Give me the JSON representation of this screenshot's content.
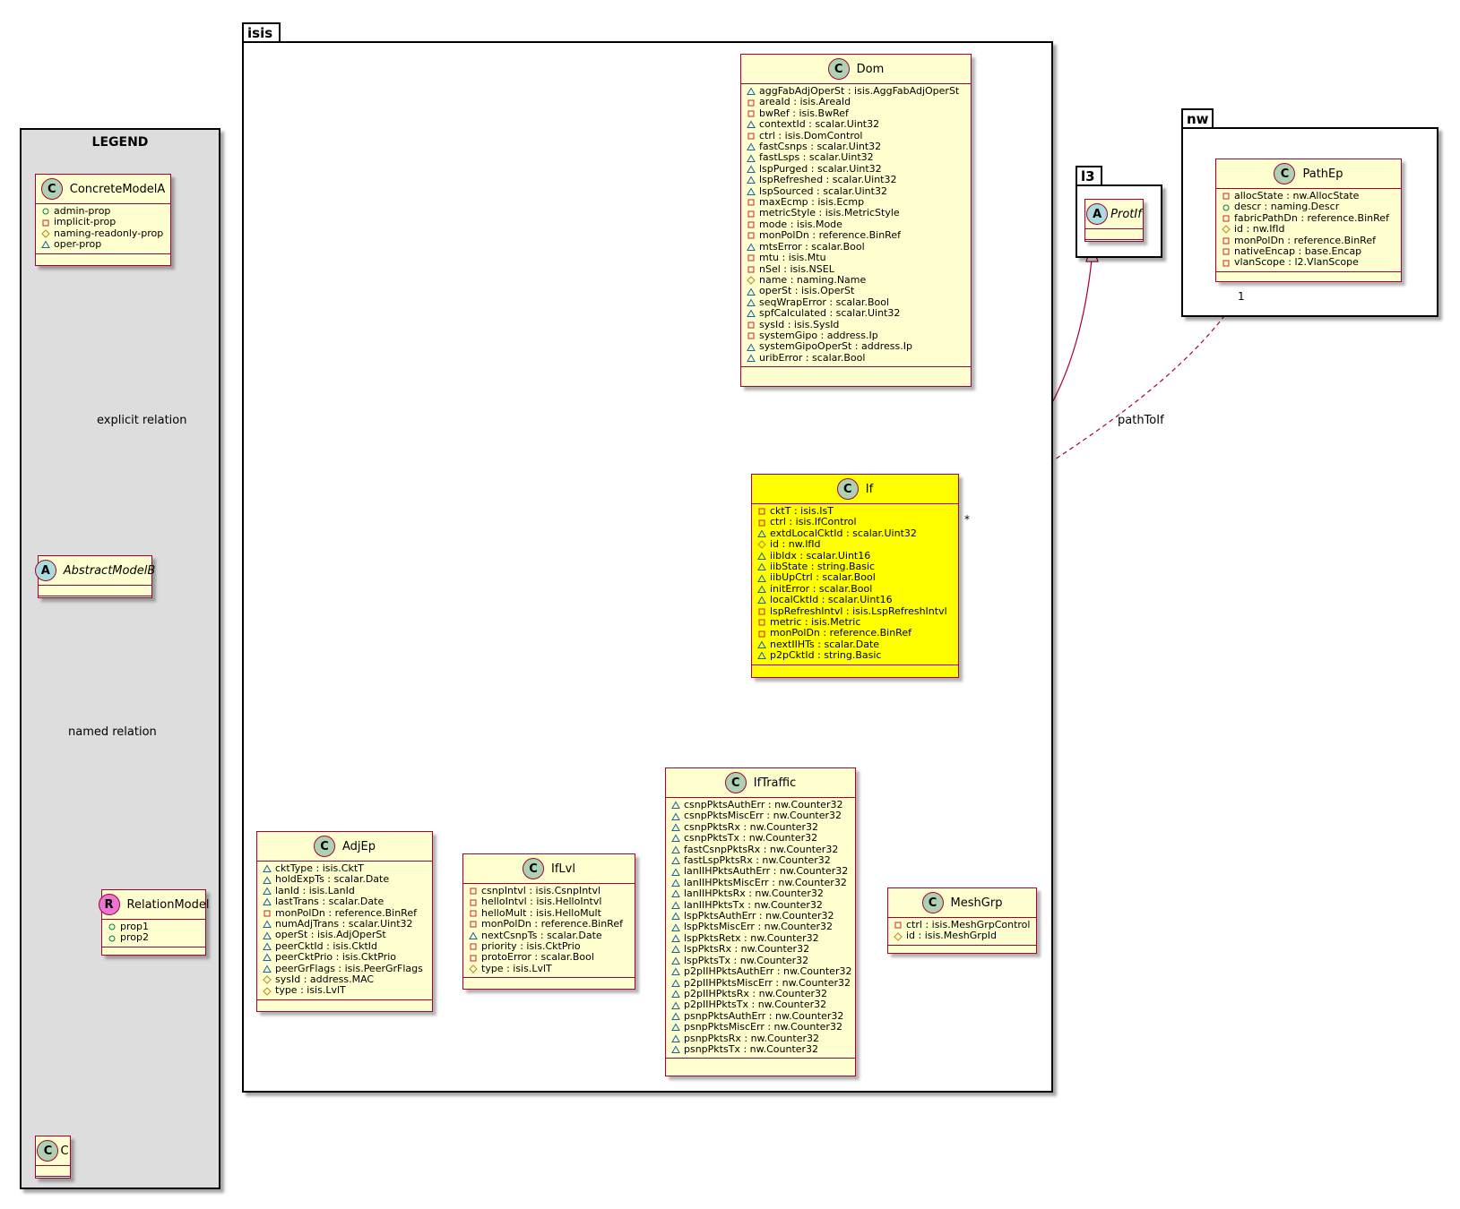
{
  "legend": {
    "title": "LEGEND",
    "concrete_model": {
      "name": "ConcreteModelA",
      "attributes": [
        {
          "vis": "public",
          "text": "admin-prop"
        },
        {
          "vis": "private",
          "text": "implicit-prop"
        },
        {
          "vis": "protected",
          "text": "naming-readonly-prop"
        },
        {
          "vis": "package",
          "text": "oper-prop"
        }
      ]
    },
    "abstract_model": {
      "name": "AbstractModelB"
    },
    "relation_model": {
      "name": "RelationModel",
      "attributes": [
        {
          "vis": "public",
          "text": "prop1"
        },
        {
          "vis": "public",
          "text": "prop2"
        }
      ]
    },
    "c_model": {
      "name": "C"
    },
    "explicit_relation_label": "explicit relation",
    "named_relation_label": "named relation"
  },
  "packages": {
    "isis": "isis",
    "l3": "l3",
    "nw": "nw"
  },
  "classes": {
    "dom": {
      "name": "Dom",
      "attributes": [
        {
          "vis": "package",
          "text": "aggFabAdjOperSt : isis.AggFabAdjOperSt"
        },
        {
          "vis": "private",
          "text": "areaId : isis.AreaId"
        },
        {
          "vis": "private",
          "text": "bwRef : isis.BwRef"
        },
        {
          "vis": "package",
          "text": "contextId : scalar.Uint32"
        },
        {
          "vis": "private",
          "text": "ctrl : isis.DomControl"
        },
        {
          "vis": "package",
          "text": "fastCsnps : scalar.Uint32"
        },
        {
          "vis": "package",
          "text": "fastLsps : scalar.Uint32"
        },
        {
          "vis": "package",
          "text": "lspPurged : scalar.Uint32"
        },
        {
          "vis": "package",
          "text": "lspRefreshed : scalar.Uint32"
        },
        {
          "vis": "package",
          "text": "lspSourced : scalar.Uint32"
        },
        {
          "vis": "private",
          "text": "maxEcmp : isis.Ecmp"
        },
        {
          "vis": "private",
          "text": "metricStyle : isis.MetricStyle"
        },
        {
          "vis": "private",
          "text": "mode : isis.Mode"
        },
        {
          "vis": "private",
          "text": "monPolDn : reference.BinRef"
        },
        {
          "vis": "package",
          "text": "mtsError : scalar.Bool"
        },
        {
          "vis": "private",
          "text": "mtu : isis.Mtu"
        },
        {
          "vis": "private",
          "text": "nSel : isis.NSEL"
        },
        {
          "vis": "protected",
          "text": "name : naming.Name"
        },
        {
          "vis": "package",
          "text": "operSt : isis.OperSt"
        },
        {
          "vis": "package",
          "text": "seqWrapError : scalar.Bool"
        },
        {
          "vis": "package",
          "text": "spfCalculated : scalar.Uint32"
        },
        {
          "vis": "private",
          "text": "sysId : isis.SysId"
        },
        {
          "vis": "private",
          "text": "systemGipo : address.Ip"
        },
        {
          "vis": "package",
          "text": "systemGipoOperSt : address.Ip"
        },
        {
          "vis": "package",
          "text": "uribError : scalar.Bool"
        }
      ]
    },
    "protif": {
      "name": "ProtIf"
    },
    "pathep": {
      "name": "PathEp",
      "attributes": [
        {
          "vis": "private",
          "text": "allocState : nw.AllocState"
        },
        {
          "vis": "public",
          "text": "descr : naming.Descr"
        },
        {
          "vis": "private",
          "text": "fabricPathDn : reference.BinRef"
        },
        {
          "vis": "protected",
          "text": "id : nw.IfId"
        },
        {
          "vis": "private",
          "text": "monPolDn : reference.BinRef"
        },
        {
          "vis": "private",
          "text": "nativeEncap : base.Encap"
        },
        {
          "vis": "private",
          "text": "vlanScope : l2.VlanScope"
        }
      ]
    },
    "if": {
      "name": "If",
      "attributes": [
        {
          "vis": "private",
          "text": "cktT : isis.IsT"
        },
        {
          "vis": "private",
          "text": "ctrl : isis.IfControl"
        },
        {
          "vis": "package",
          "text": "extdLocalCktId : scalar.Uint32"
        },
        {
          "vis": "protected",
          "text": "id : nw.IfId"
        },
        {
          "vis": "package",
          "text": "iibIdx : scalar.Uint16"
        },
        {
          "vis": "package",
          "text": "iibState : string.Basic"
        },
        {
          "vis": "package",
          "text": "iibUpCtrl : scalar.Bool"
        },
        {
          "vis": "package",
          "text": "initError : scalar.Bool"
        },
        {
          "vis": "package",
          "text": "localCktId : scalar.Uint16"
        },
        {
          "vis": "private",
          "text": "lspRefreshIntvl : isis.LspRefreshIntvl"
        },
        {
          "vis": "private",
          "text": "metric : isis.Metric"
        },
        {
          "vis": "private",
          "text": "monPolDn : reference.BinRef"
        },
        {
          "vis": "package",
          "text": "nextIIHTs : scalar.Date"
        },
        {
          "vis": "package",
          "text": "p2pCktId : string.Basic"
        }
      ]
    },
    "adjep": {
      "name": "AdjEp",
      "attributes": [
        {
          "vis": "package",
          "text": "cktType : isis.CktT"
        },
        {
          "vis": "package",
          "text": "holdExpTs : scalar.Date"
        },
        {
          "vis": "package",
          "text": "lanId : isis.LanId"
        },
        {
          "vis": "package",
          "text": "lastTrans : scalar.Date"
        },
        {
          "vis": "private",
          "text": "monPolDn : reference.BinRef"
        },
        {
          "vis": "package",
          "text": "numAdjTrans : scalar.Uint32"
        },
        {
          "vis": "package",
          "text": "operSt : isis.AdjOperSt"
        },
        {
          "vis": "package",
          "text": "peerCktId : isis.CktId"
        },
        {
          "vis": "package",
          "text": "peerCktPrio : isis.CktPrio"
        },
        {
          "vis": "package",
          "text": "peerGrFlags : isis.PeerGrFlags"
        },
        {
          "vis": "protected",
          "text": "sysId : address.MAC"
        },
        {
          "vis": "protected",
          "text": "type : isis.LvlT"
        }
      ]
    },
    "iflvl": {
      "name": "IfLvl",
      "attributes": [
        {
          "vis": "private",
          "text": "csnpIntvl : isis.CsnpIntvl"
        },
        {
          "vis": "private",
          "text": "helloIntvl : isis.HelloIntvl"
        },
        {
          "vis": "private",
          "text": "helloMult : isis.HelloMult"
        },
        {
          "vis": "private",
          "text": "monPolDn : reference.BinRef"
        },
        {
          "vis": "package",
          "text": "nextCsnpTs : scalar.Date"
        },
        {
          "vis": "private",
          "text": "priority : isis.CktPrio"
        },
        {
          "vis": "private",
          "text": "protoError : scalar.Bool"
        },
        {
          "vis": "protected",
          "text": "type : isis.LvlT"
        }
      ]
    },
    "iftraffic": {
      "name": "IfTraffic",
      "attributes": [
        {
          "vis": "package",
          "text": "csnpPktsAuthErr : nw.Counter32"
        },
        {
          "vis": "package",
          "text": "csnpPktsMiscErr : nw.Counter32"
        },
        {
          "vis": "package",
          "text": "csnpPktsRx : nw.Counter32"
        },
        {
          "vis": "package",
          "text": "csnpPktsTx : nw.Counter32"
        },
        {
          "vis": "package",
          "text": "fastCsnpPktsRx : nw.Counter32"
        },
        {
          "vis": "package",
          "text": "fastLspPktsRx : nw.Counter32"
        },
        {
          "vis": "package",
          "text": "lanIIHPktsAuthErr : nw.Counter32"
        },
        {
          "vis": "package",
          "text": "lanIIHPktsMiscErr : nw.Counter32"
        },
        {
          "vis": "package",
          "text": "lanIIHPktsRx : nw.Counter32"
        },
        {
          "vis": "package",
          "text": "lanIIHPktsTx : nw.Counter32"
        },
        {
          "vis": "package",
          "text": "lspPktsAuthErr : nw.Counter32"
        },
        {
          "vis": "package",
          "text": "lspPktsMiscErr : nw.Counter32"
        },
        {
          "vis": "package",
          "text": "lspPktsRetx : nw.Counter32"
        },
        {
          "vis": "package",
          "text": "lspPktsRx : nw.Counter32"
        },
        {
          "vis": "package",
          "text": "lspPktsTx : nw.Counter32"
        },
        {
          "vis": "package",
          "text": "p2pIIHPktsAuthErr : nw.Counter32"
        },
        {
          "vis": "package",
          "text": "p2pIIHPktsMiscErr : nw.Counter32"
        },
        {
          "vis": "package",
          "text": "p2pIIHPktsRx : nw.Counter32"
        },
        {
          "vis": "package",
          "text": "p2pIIHPktsTx : nw.Counter32"
        },
        {
          "vis": "package",
          "text": "psnpPktsAuthErr : nw.Counter32"
        },
        {
          "vis": "package",
          "text": "psnpPktsMiscErr : nw.Counter32"
        },
        {
          "vis": "package",
          "text": "psnpPktsRx : nw.Counter32"
        },
        {
          "vis": "package",
          "text": "psnpPktsTx : nw.Counter32"
        }
      ]
    },
    "meshgrp": {
      "name": "MeshGrp",
      "attributes": [
        {
          "vis": "private",
          "text": "ctrl : isis.MeshGrpControl"
        },
        {
          "vis": "protected",
          "text": "id : isis.MeshGrpId"
        }
      ]
    }
  },
  "relations": {
    "pathtoif_label": "pathToIf",
    "pathtoif_src_mult": "1",
    "pathtoif_dst_mult": "*"
  },
  "colors": {
    "class_fill": "#fefece",
    "highlight_fill": "#ffff00",
    "border": "#a80036",
    "legend_fill": "#dddddd"
  }
}
